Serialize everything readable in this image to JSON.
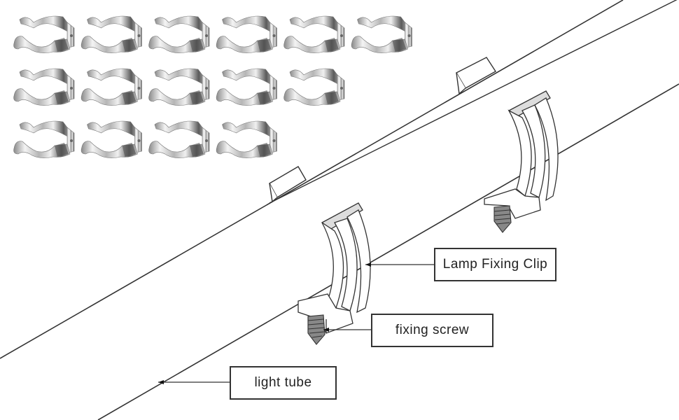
{
  "image": {
    "subject": "Lamp tube fixing clip installation diagram",
    "background_color": "#ffffff",
    "line_color": "#333333"
  },
  "product_photo": {
    "description": "Chrome metal lamp fixing clips",
    "rows": [
      6,
      5,
      4
    ],
    "total_count": 15,
    "metal_colors": [
      "#f4f4f4",
      "#c9c9c9",
      "#8a8a8a",
      "#5a5a5a"
    ]
  },
  "labels": {
    "clip": "Lamp Fixing Clip",
    "screw": "fixing screw",
    "tube": "light tube"
  }
}
